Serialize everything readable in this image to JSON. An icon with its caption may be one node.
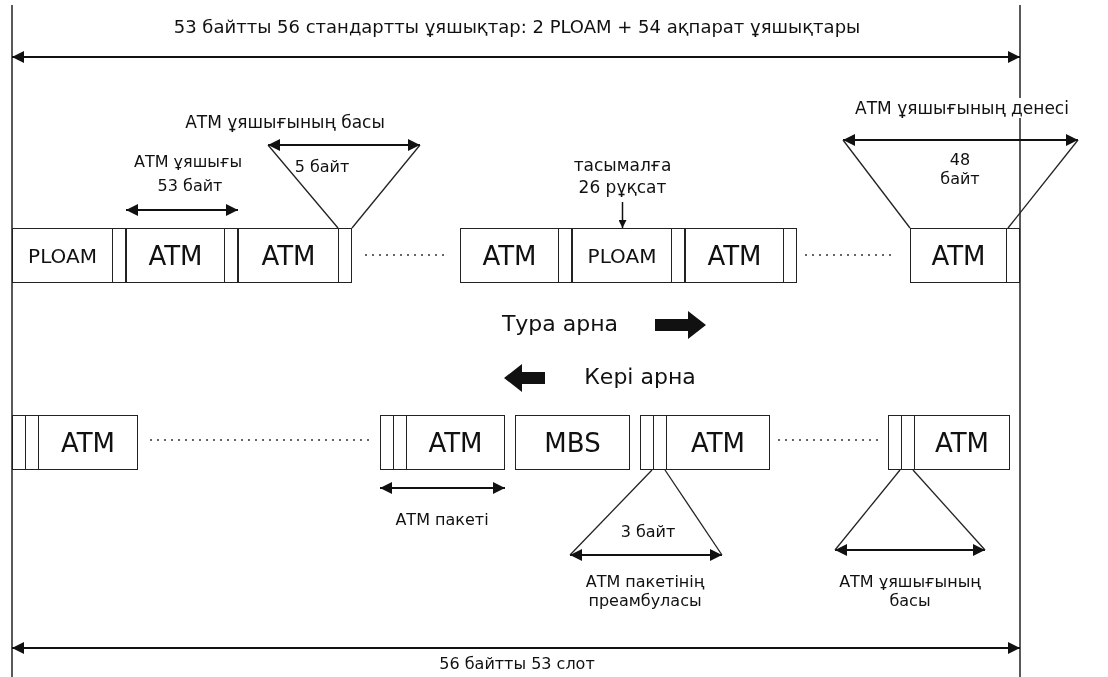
{
  "diagram": {
    "nodes": [
      {
        "text": [
          "тасымалға 26 рұқсат"
        ]
      },
      {
        "text": [
          "PLOAM"
        ]
      },
      {
        "text": [
          "ATM"
        ]
      },
      {
        "text": [
          "ATM"
        ]
      },
      {
        "text": [
          "ATM"
        ]
      },
      {
        "text": [
          "PLOAM"
        ]
      },
      {
        "text": [
          "ATM"
        ]
      },
      {
        "text": [
          "ATM"
        ]
      },
      {
        "text": [
          "ATM"
        ]
      },
      {
        "text": [
          "ATM"
        ]
      },
      {
        "text": [
          "MBS"
        ]
      },
      {
        "text": [
          "ATM"
        ]
      },
      {
        "text": [
          "ATM"
        ]
      }
    ],
    "edges": [
      {
        "from": 0,
        "to": 5,
        "arrow": "to"
      }
    ],
    "labels": [
      "53 байтты 56 стандартты ұяшықтар: 2 PLOAM + 54 ақпарат ұяшықтары",
      "АТМ ұяшығының басы",
      "АТМ ұяшығының денесі",
      "5 байт",
      "АТМ ұяшығы",
      "48 байт",
      "53 байт",
      "Тура арна",
      "Кері арна",
      "АТМ пакеті",
      "3 байт",
      "АТМ пакетінің преамбуласы",
      "АТМ ұяшығының басы",
      "56 байтты 53 слот"
    ]
  }
}
